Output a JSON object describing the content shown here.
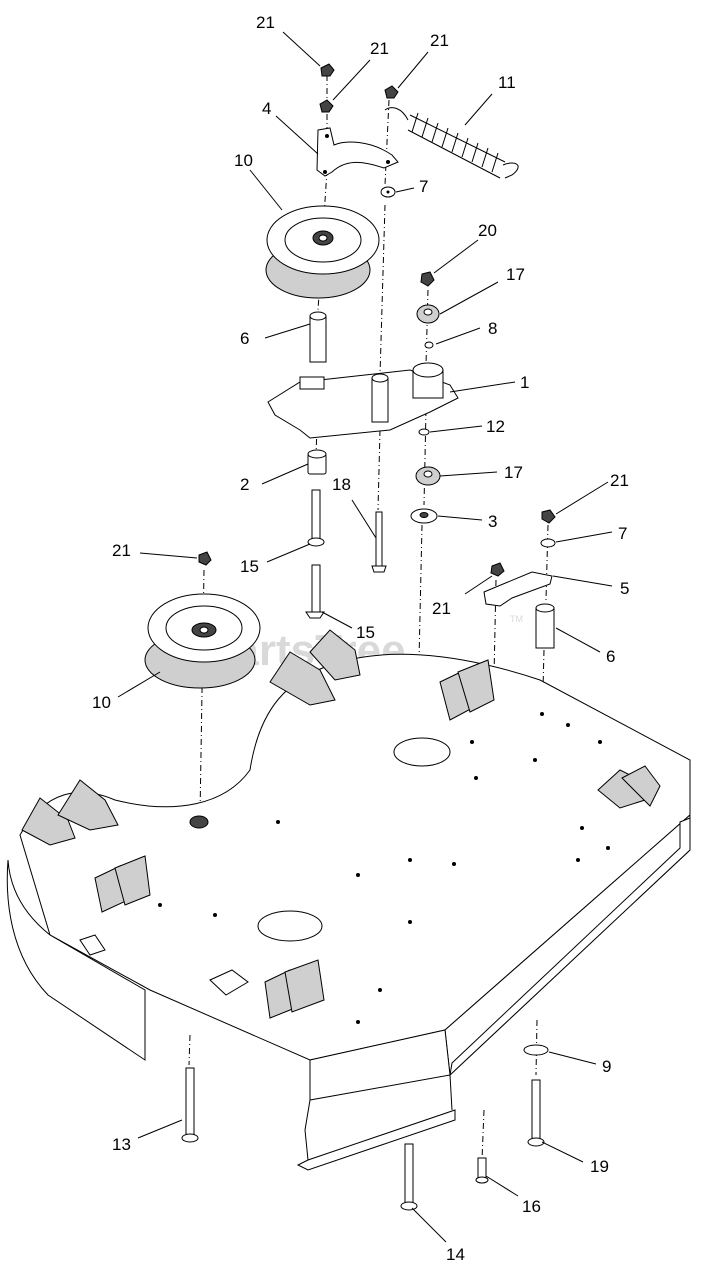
{
  "watermark": {
    "text": "PartsTree",
    "tm": "TM"
  },
  "callouts": [
    "21",
    "21",
    "21",
    "4",
    "11",
    "10",
    "7",
    "20",
    "17",
    "8",
    "6",
    "1",
    "12",
    "2",
    "17",
    "18",
    "21",
    "3",
    "7",
    "21",
    "5",
    "15",
    "21",
    "10",
    "15",
    "6",
    "9",
    "13",
    "19",
    "16",
    "14"
  ]
}
